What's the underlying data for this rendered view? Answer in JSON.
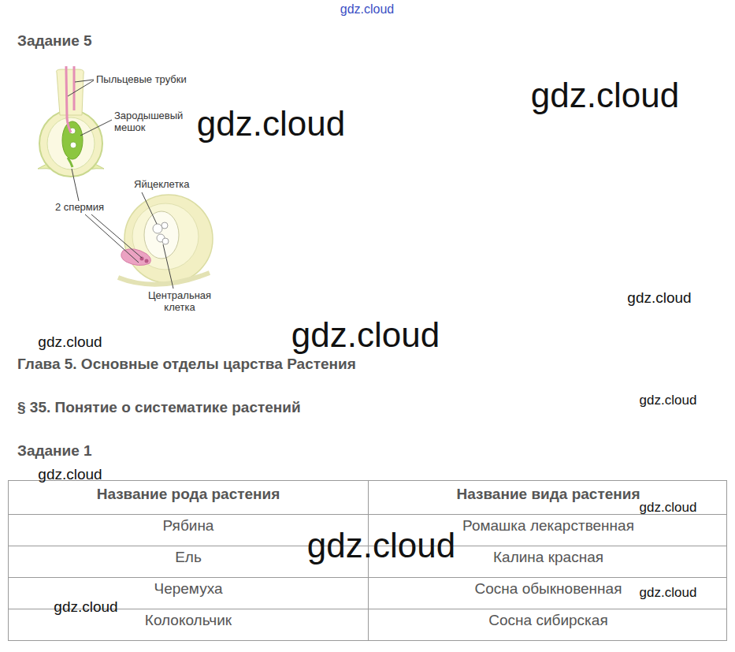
{
  "diagram": {
    "labels": [
      "gdz.cloud",
      "Задание 5",
      "Пыльцевые трубки",
      "gdz.cloud",
      "Зародышевый мешок",
      "gdz.cloud",
      "Яйцеклетка",
      "2 спермия",
      "Центральная клетка",
      "gdz.cloud",
      "gdz.cloud",
      "gdz.cloud",
      "Глава 5. Основные отделы царства Растения",
      "§ 35. Понятие о систематике растений",
      "gdz.cloud",
      "Задание 1",
      "gdz.cloud",
      "Название рода растения",
      "Название вида растения",
      "gdz.cloud",
      "Рябина",
      "Ромашка лекарственная",
      "gdz.cloud",
      "Ель",
      "Калина красная",
      "Черемуха",
      "Сосна обыкновенная",
      "gdz.cloud",
      "gdz.cloud",
      "Колокольчик",
      "Сосна сибирская"
    ]
  }
}
